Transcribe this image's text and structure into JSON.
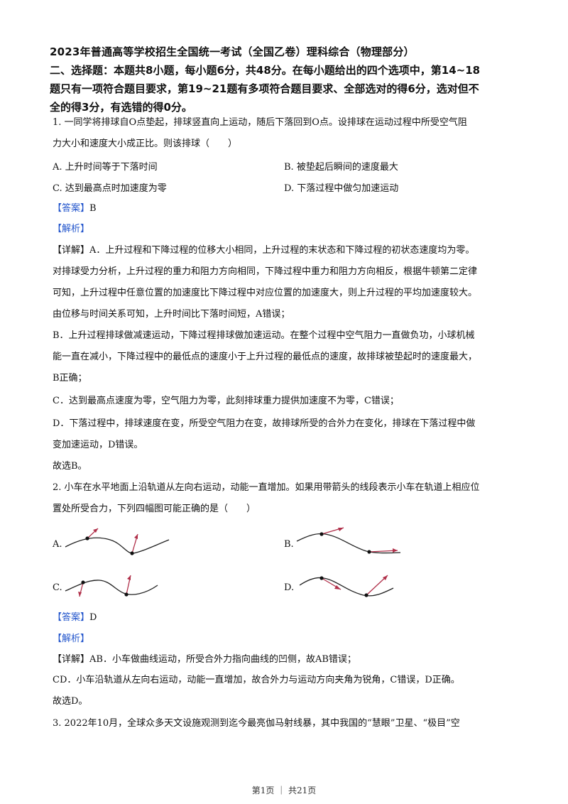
{
  "header": {
    "title": "2023年普通高等学校招生全国统一考试（全国乙卷）理科综合（物理部分）",
    "section_line1": "二、选择题：本题共8小题，每小题6分，共48分。在每小题给出的四个选项中，第14~18",
    "section_line2": "题只有一项符合题目要求，第19~21题有多项符合题目要求、全部选对的得6分，选对但不",
    "section_line3": "全的得3分，有选错的得0分。"
  },
  "q1": {
    "stem1": "1. 一同学将排球自O点垫起，排球竖直向上运动，随后下落回到O点。设排球在运动过程中所受空气阻",
    "stem2": "力大小和速度大小成正比。则该排球（　　）",
    "optA": "A. 上升时间等于下落时间",
    "optB": "B. 被垫起后瞬间的速度最大",
    "optC": "C. 达到最高点时加速度为零",
    "optD": "D. 下落过程中做匀加速运动",
    "answer_tag": "【答案】",
    "answer": "B",
    "analysis_tag": "【解析】",
    "detail_tag": "【详解】",
    "d1": "A．上升过程和下降过程的位移大小相同，上升过程的末状态和下降过程的初状态速度均为零。",
    "d2": "对排球受力分析，上升过程的重力和阻力方向相同，下降过程中重力和阻力方向相反，根据牛顿第二定律",
    "d3": "可知，上升过程中任意位置的加速度比下降过程中对应位置的加速度大，则上升过程的平均加速度较大。",
    "d4": "由位移与时间关系可知，上升时间比下落时间短，A错误；",
    "d5": "B．上升过程排球做减速运动，下降过程排球做加速运动。在整个过程中空气阻力一直做负功，小球机械",
    "d6": "能一直在减小，下降过程中的最低点的速度小于上升过程的最低点的速度，故排球被垫起时的速度最大，",
    "d7": "B正确；",
    "d8": "C．达到最高点速度为零，空气阻力为零，此刻排球重力提供加速度不为零，C错误；",
    "d9": "D．下落过程中，排球速度在变，所受空气阻力在变，故排球所受的合外力在变化，排球在下落过程中做",
    "d10": "变加速运动，D错误。",
    "choose": "故选B。"
  },
  "q2": {
    "stem1": "2. 小车在水平地面上沿轨道从左向右运动，动能一直增加。如果用带箭头的线段表示小车在轨道上相应位",
    "stem2": "置处所受合力，下列四幅图可能正确的是（　　）",
    "labelA": "A.",
    "labelB": "B.",
    "labelC": "C.",
    "labelD": "D.",
    "answer_tag": "【答案】",
    "answer": "D",
    "analysis_tag": "【解析】",
    "detail_tag": "【详解】",
    "d1": "AB．小车做曲线运动，所受合外力指向曲线的凹侧，故AB错误；",
    "d2": "CD．小车沿轨道从左向右运动，动能一直增加，故合外力与运动方向夹角为锐角，C错误，D正确。",
    "choose": "故选D。"
  },
  "q3": {
    "stem1": "3. 2022年10月，全球众多天文设施观测到迄今最亮伽马射线暴，其中我国的“慧眼”卫星、“极目”空"
  },
  "footer": {
    "page": "第1页 ｜ 共21页"
  },
  "colors": {
    "tag": "#2255cc",
    "arrow": "#b0304a"
  }
}
